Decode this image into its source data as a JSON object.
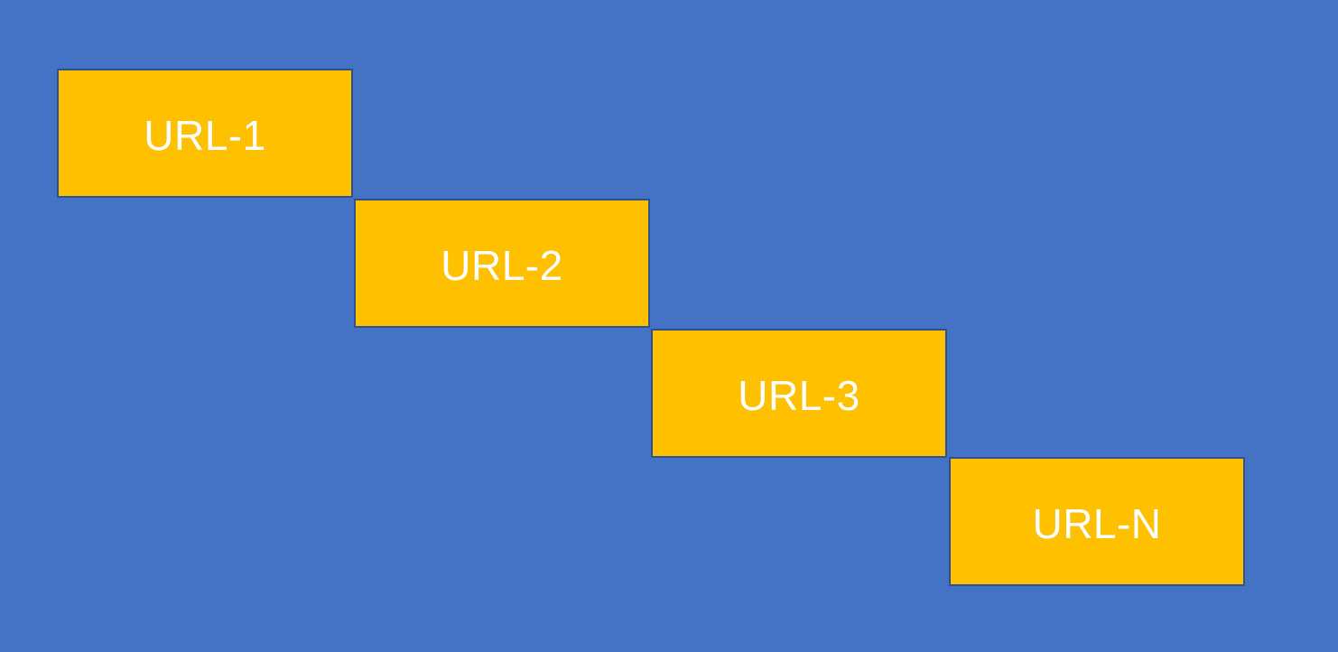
{
  "diagram": {
    "background_color": "#4472c4",
    "box_fill_color": "#ffc000",
    "box_border_color": "#2f528f",
    "text_color": "#ffffff",
    "boxes": [
      {
        "label": "URL-1"
      },
      {
        "label": "URL-2"
      },
      {
        "label": "URL-3"
      },
      {
        "label": "URL-N"
      }
    ]
  }
}
